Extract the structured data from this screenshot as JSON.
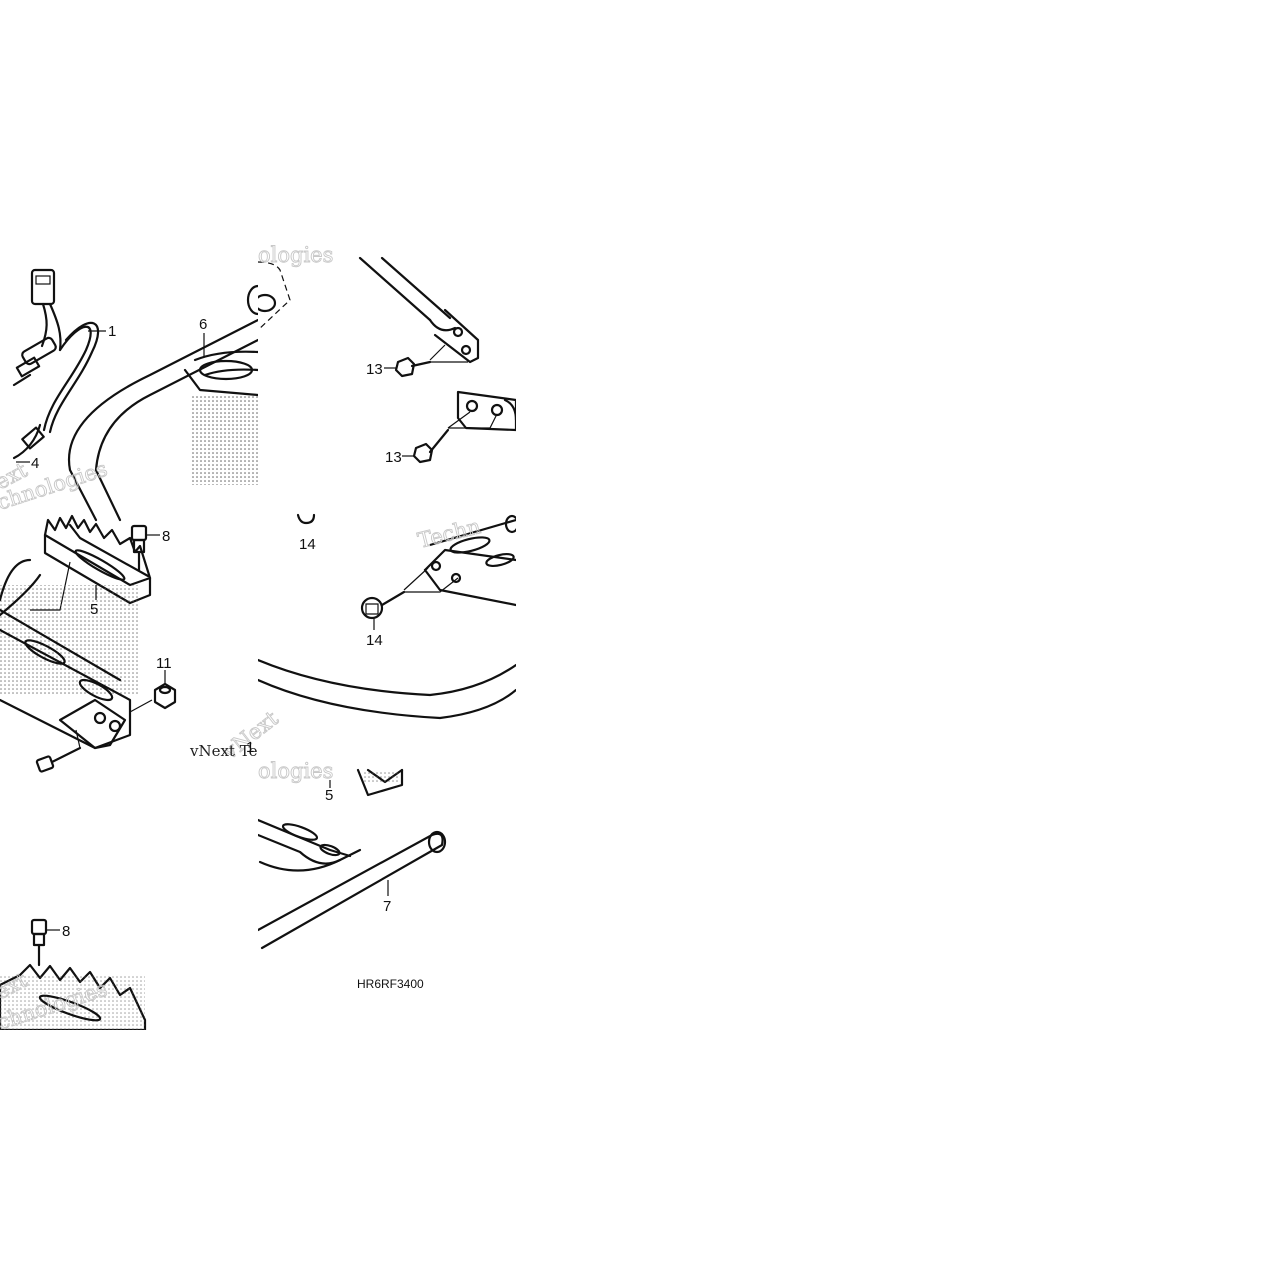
{
  "diagram": {
    "callouts": [
      {
        "id": "c1",
        "label": "1"
      },
      {
        "id": "c4",
        "label": "4"
      },
      {
        "id": "c6",
        "label": "6"
      },
      {
        "id": "c8a",
        "label": "8"
      },
      {
        "id": "c5a",
        "label": "5"
      },
      {
        "id": "c11",
        "label": "11"
      },
      {
        "id": "c8b",
        "label": "8"
      },
      {
        "id": "c13a",
        "label": "13"
      },
      {
        "id": "c13b",
        "label": "13"
      },
      {
        "id": "c14a",
        "label": "14"
      },
      {
        "id": "c14b",
        "label": "14"
      },
      {
        "id": "c5b",
        "label": "5"
      },
      {
        "id": "c7",
        "label": "7"
      },
      {
        "id": "c1b",
        "label": "1"
      }
    ],
    "diagram_code": "HR6RF3400",
    "watermarks": [
      "Technologies",
      "vNext",
      "vNext Te",
      "ologies",
      "Techn",
      "chnologies",
      "ext"
    ]
  }
}
